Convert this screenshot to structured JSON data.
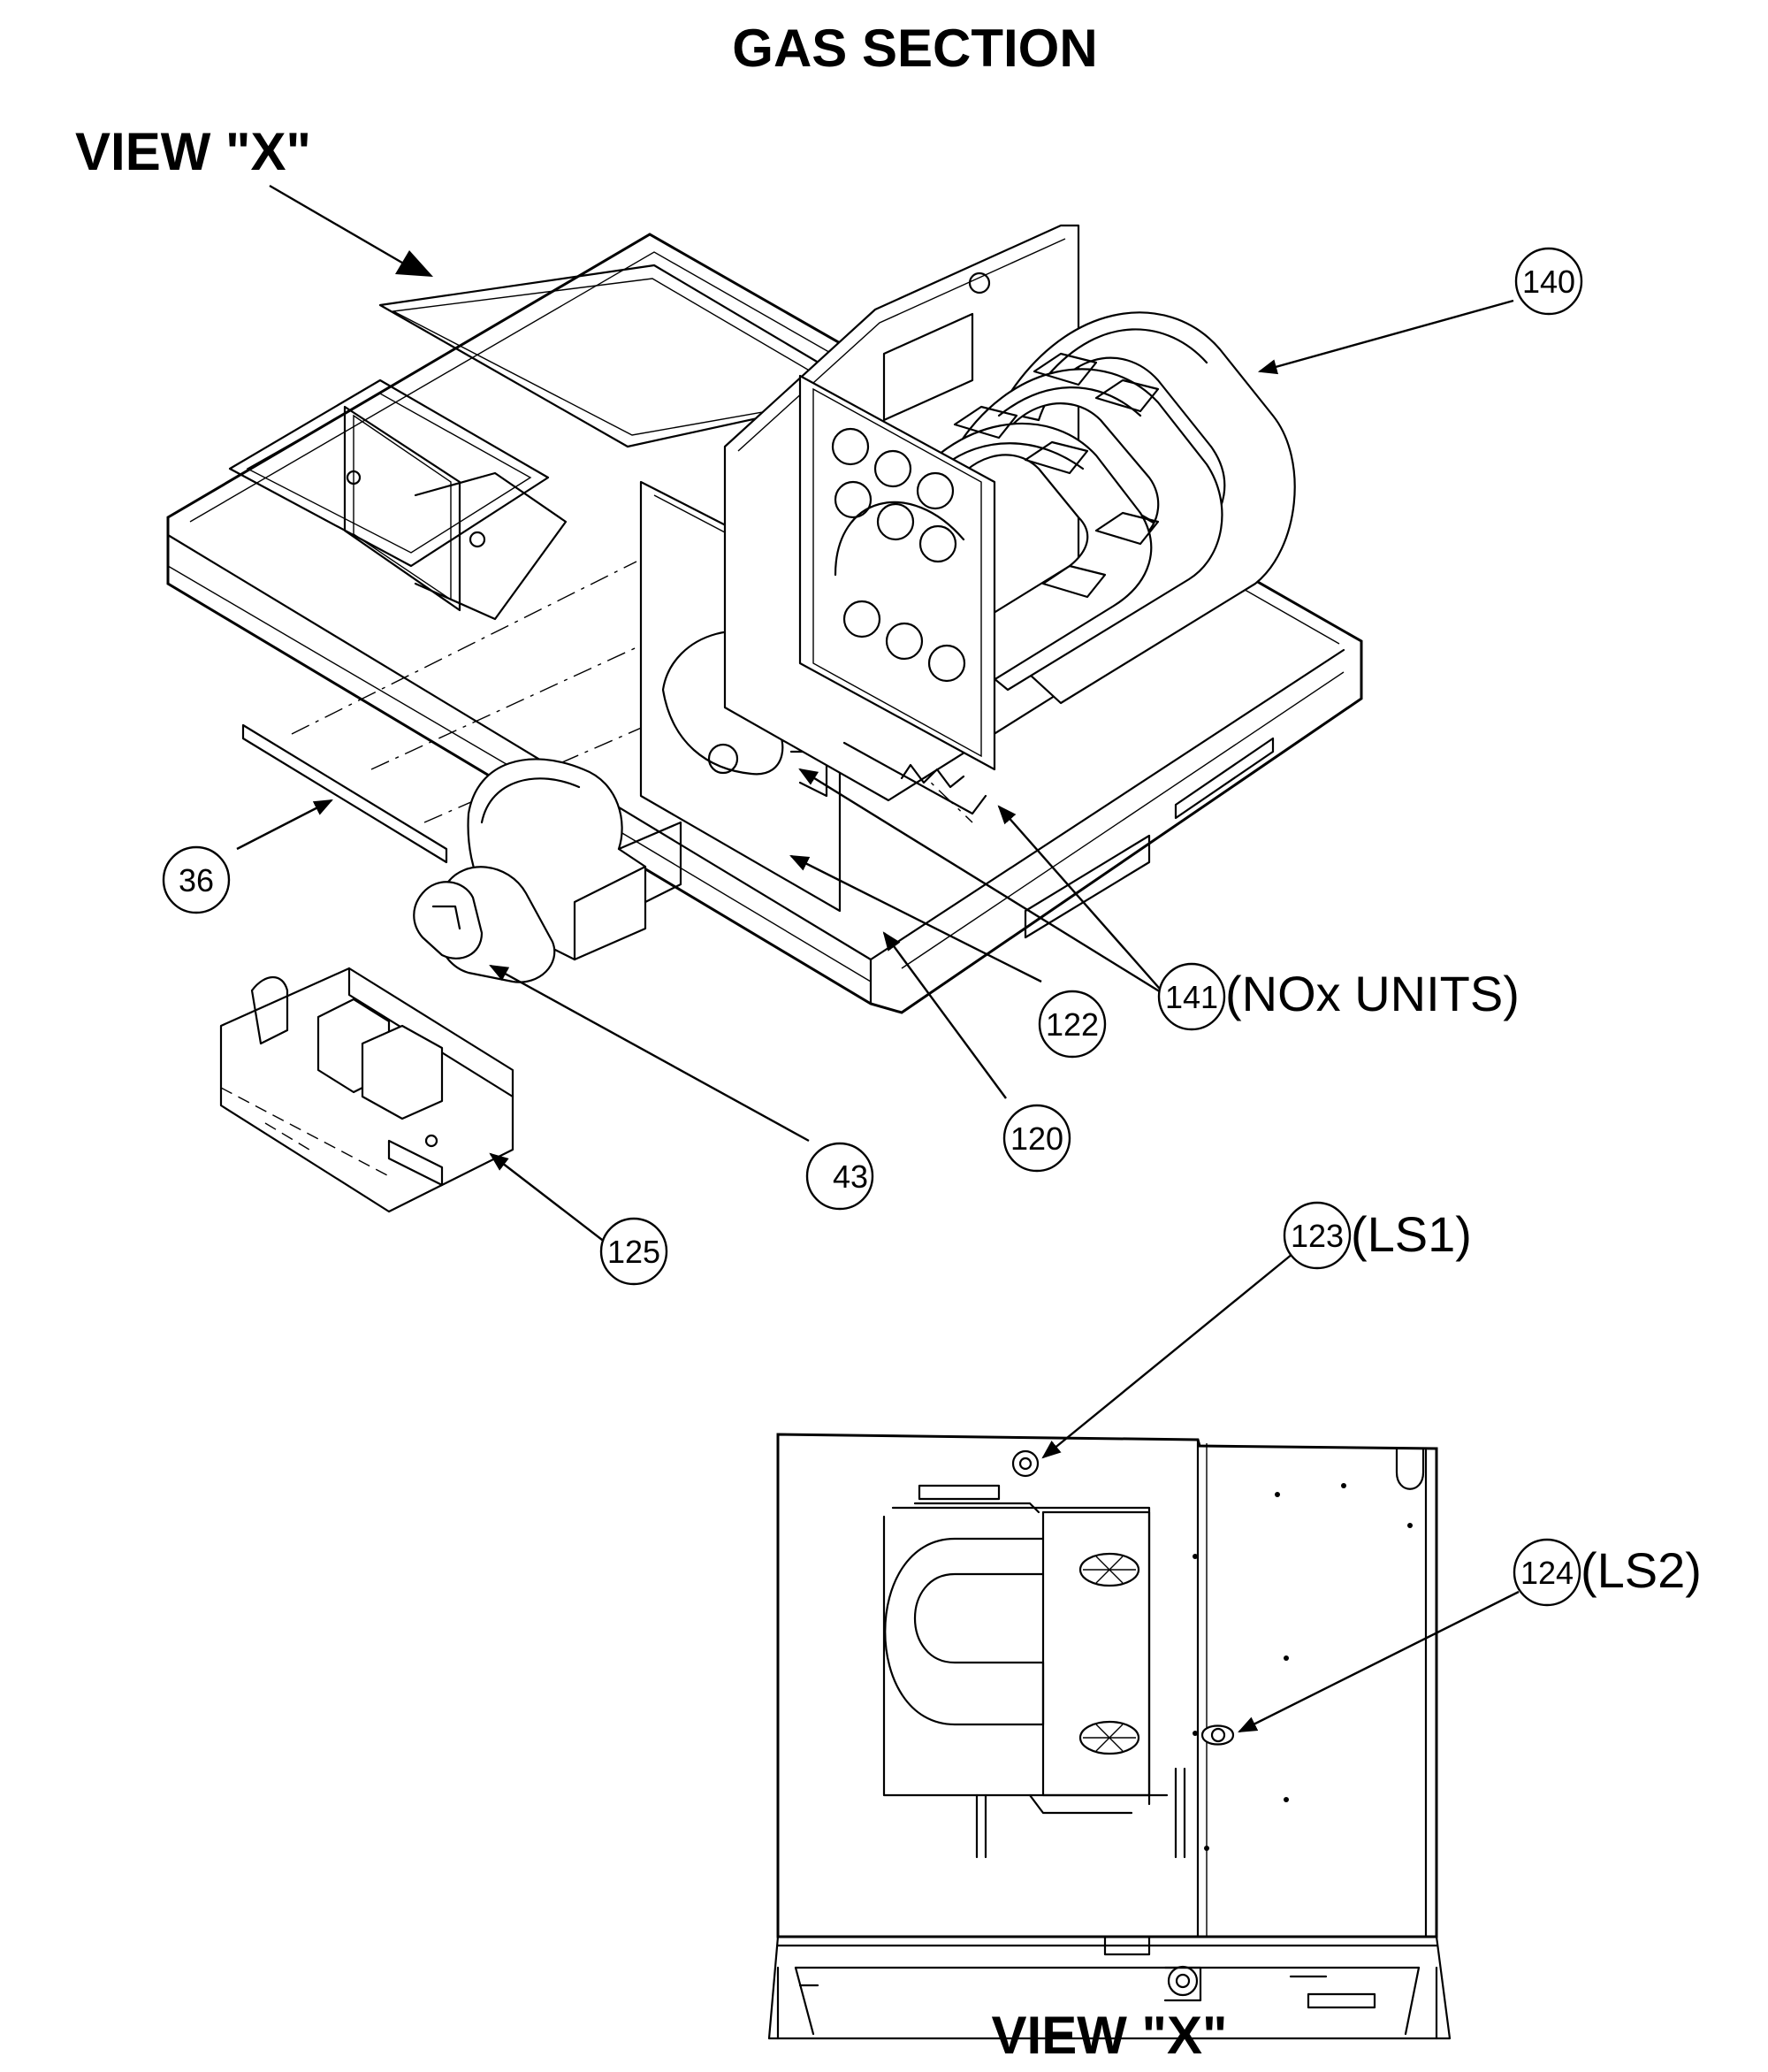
{
  "title": "GAS SECTION",
  "view_label_top": "VIEW \"X\"",
  "view_label_bottom": "VIEW \"X\"",
  "callouts": [
    {
      "id": "c140",
      "number": "140",
      "suffix": ""
    },
    {
      "id": "c36",
      "number": "36",
      "suffix": ""
    },
    {
      "id": "c141",
      "number": "141",
      "suffix": "(NOx UNITS)"
    },
    {
      "id": "c122",
      "number": "122",
      "suffix": ""
    },
    {
      "id": "c120",
      "number": "120",
      "suffix": ""
    },
    {
      "id": "c43",
      "number": "43",
      "suffix": ""
    },
    {
      "id": "c125",
      "number": "125",
      "suffix": ""
    },
    {
      "id": "c123",
      "number": "123",
      "suffix": "(LS1)"
    },
    {
      "id": "c124",
      "number": "124",
      "suffix": "(LS2)"
    }
  ]
}
